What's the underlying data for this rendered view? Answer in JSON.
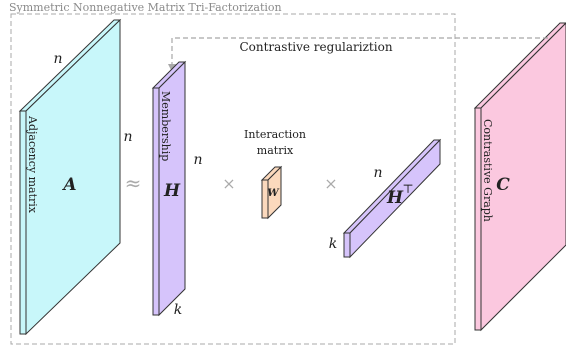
{
  "frame_title": "Symmetric Nonnegative Matrix Tri-Factorization",
  "contrastive_label": "Contrastive regulariztion",
  "matrix_a": {
    "symbol": "A",
    "side_label": "Adjacency matrix",
    "top_dim": "n",
    "right_dim": "n"
  },
  "approx_symbol": "≈",
  "matrix_h": {
    "symbol": "H",
    "side_label": "Membership",
    "right_dim": "n",
    "bottom_dim": "k"
  },
  "times_symbol": "×",
  "interaction": {
    "symbol": "W",
    "caption_line1": "Interaction",
    "caption_line2": "matrix"
  },
  "matrix_ht": {
    "symbol": "H",
    "superscript": "⊤",
    "top_dim": "n",
    "left_dim": "k"
  },
  "matrix_c": {
    "symbol": "C",
    "side_label": "Contrastive Graph"
  },
  "colors": {
    "a_fill": "#c8f7fa",
    "h_fill": "#d6c4fb",
    "w_fill": "#fbd9bd",
    "c_fill": "#fbc8df",
    "dashed": "#a8a8a8"
  }
}
